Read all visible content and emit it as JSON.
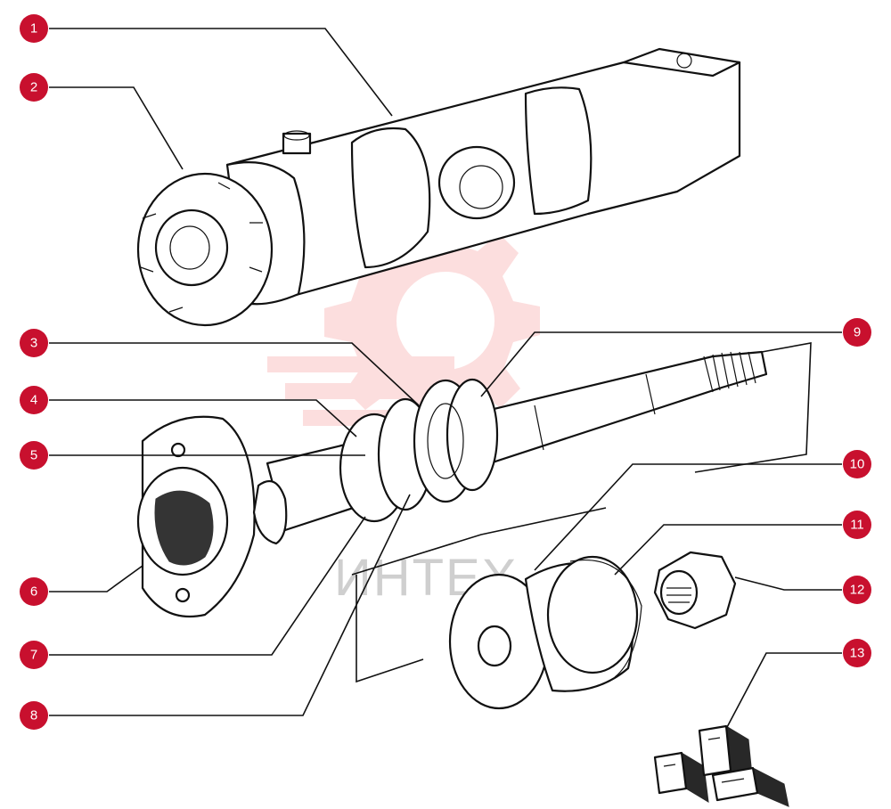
{
  "watermark": {
    "text": "ИНТЕХ",
    "color": "#f26b6b"
  },
  "callout_color": "#c8102e",
  "callouts": [
    {
      "id": 1,
      "label": "1"
    },
    {
      "id": 2,
      "label": "2"
    },
    {
      "id": 3,
      "label": "3"
    },
    {
      "id": 4,
      "label": "4"
    },
    {
      "id": 5,
      "label": "5"
    },
    {
      "id": 6,
      "label": "6"
    },
    {
      "id": 7,
      "label": "7"
    },
    {
      "id": 8,
      "label": "8"
    },
    {
      "id": 9,
      "label": "9"
    },
    {
      "id": 10,
      "label": "10"
    },
    {
      "id": 11,
      "label": "11"
    },
    {
      "id": 12,
      "label": "12"
    },
    {
      "id": 13,
      "label": "13"
    }
  ]
}
